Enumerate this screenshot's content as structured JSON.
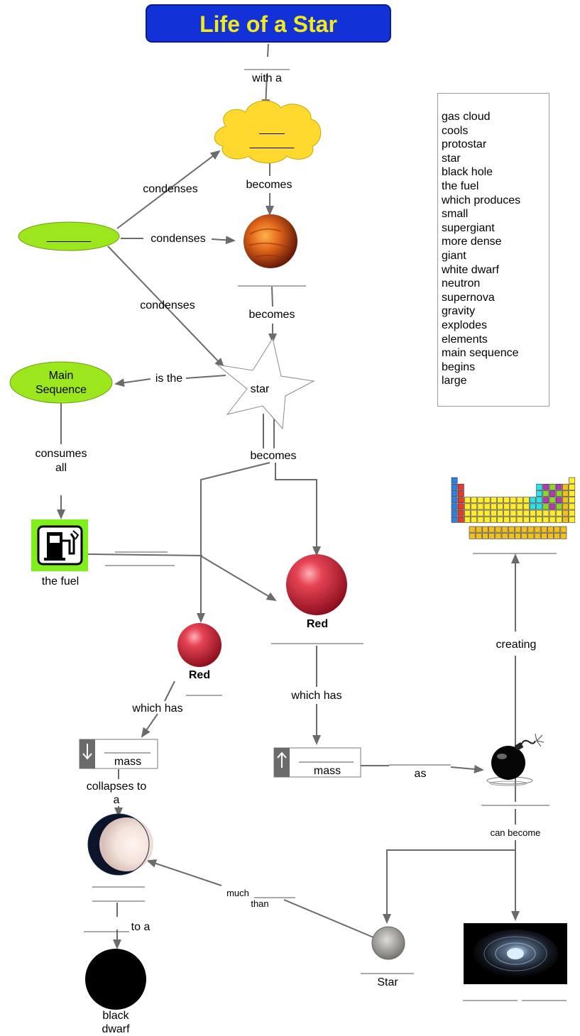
{
  "title": "Life of a Star",
  "word_bank": [
    "gas cloud",
    "cools",
    "protostar",
    "star",
    "black hole",
    "the fuel",
    "which produces",
    "small",
    "supergiant",
    "more dense",
    "giant",
    "white dwarf",
    "neutron",
    "supernova",
    "gravity",
    "explodes",
    "elements",
    "main sequence",
    "begins",
    "large"
  ],
  "nodes": {
    "cloud_blank_line1": "____",
    "cloud_blank_line2": "_______",
    "start_blank": "_______",
    "star_label": "star",
    "main_sequence_line1": "Main",
    "main_sequence_line2": "Sequence",
    "fuel_label": "the fuel",
    "red_large_label": "Red",
    "red_small_label": "Red",
    "mass_small_label": "mass",
    "mass_large_label": "mass",
    "black_dwarf_line1": "black",
    "black_dwarf_line2": "dwarf",
    "star_small_label": "Star"
  },
  "links": {
    "with_a": "with   a",
    "becomes_1": "becomes",
    "condenses_1": "condenses",
    "condenses_2": "condenses",
    "condenses_3": "condenses",
    "becomes_2": "becomes",
    "is_the": "is the",
    "becomes_3": "becomes",
    "consumes_line1": "consumes",
    "consumes_line2": "all",
    "which_has_1": "which has",
    "which_has_2": "which has",
    "as": "as",
    "creating": "creating",
    "collapses_line1": "collapses to",
    "collapses_line2": "a",
    "to_a": "to a",
    "can_become": "can become",
    "much": "much",
    "than": "than"
  },
  "colors": {
    "title_bg": "#1231d6",
    "title_text": "#f2ea1a",
    "cloud": "#ffd92e",
    "green_node": "#9ce61e",
    "arrow": "#6b6b6b",
    "red_ball": "#d62a3a"
  }
}
